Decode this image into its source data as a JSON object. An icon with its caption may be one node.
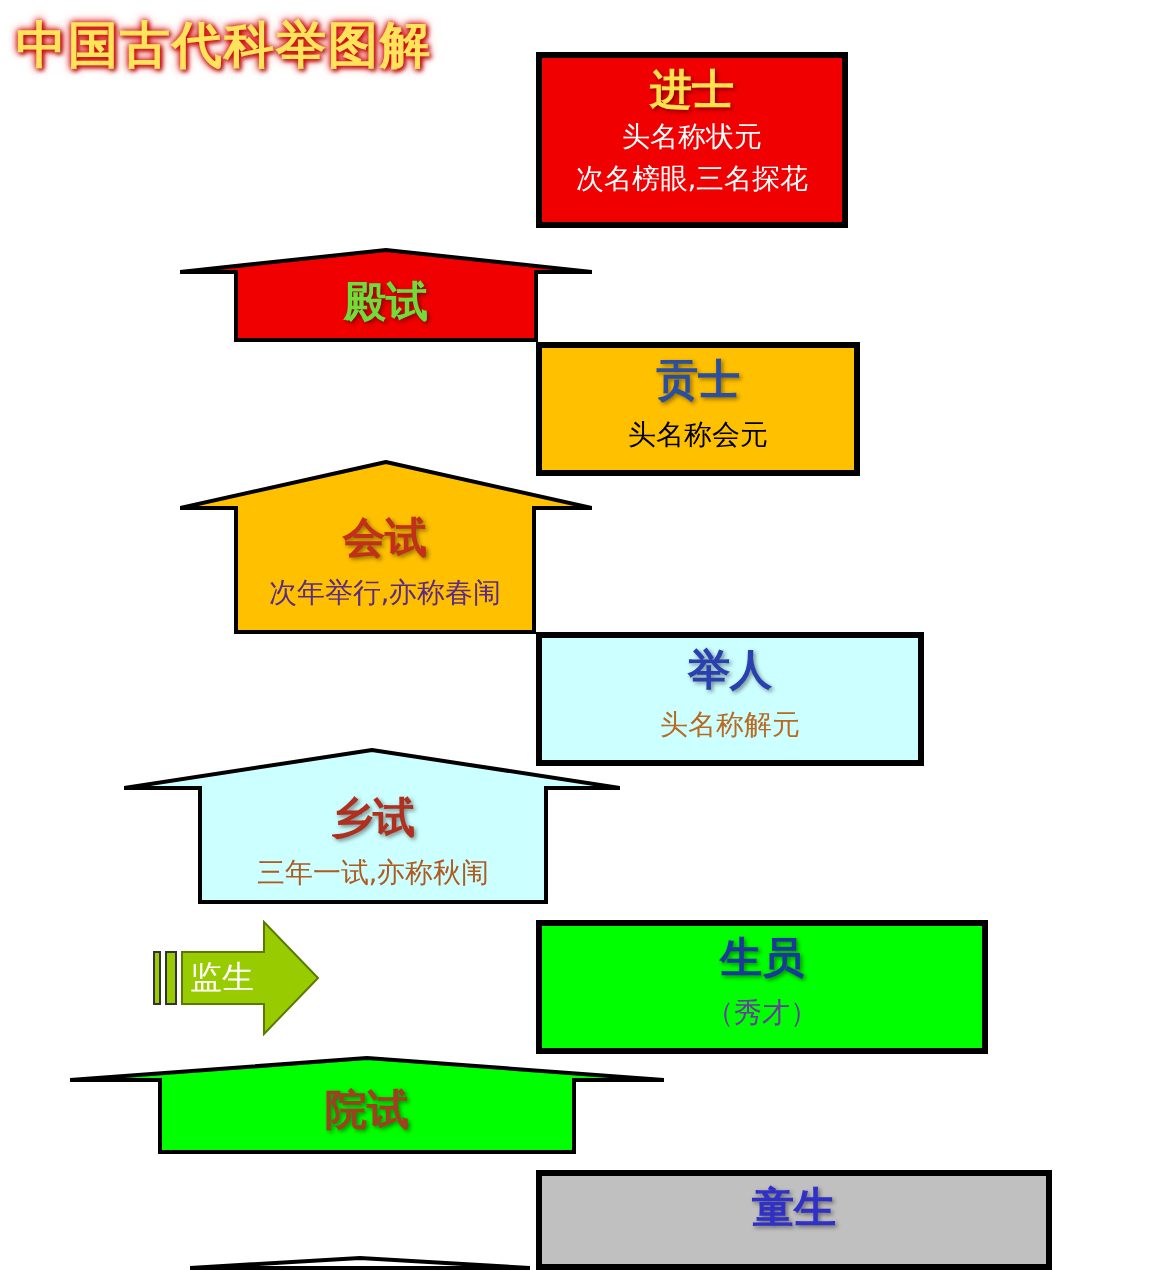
{
  "diagram": {
    "title": "中国古代科举图解",
    "nodes": [
      {
        "text": [
          "进士",
          "头名称状元",
          "次名榜眼,三名探花"
        ]
      },
      {
        "text": [
          "殿试"
        ]
      },
      {
        "text": [
          "贡士",
          "头名称会元"
        ]
      },
      {
        "text": [
          "会试",
          "次年举行,亦称春闱"
        ]
      },
      {
        "text": [
          "举人",
          "头名称解元"
        ]
      },
      {
        "text": [
          "乡试",
          "三年一试,亦称秋闱"
        ]
      },
      {
        "text": [
          "监生"
        ]
      },
      {
        "text": [
          "生员",
          "（秀才）"
        ]
      },
      {
        "text": [
          "院试"
        ]
      },
      {
        "text": [
          "童生"
        ]
      },
      {
        "text": [],
        "shape": "arrow"
      }
    ]
  }
}
